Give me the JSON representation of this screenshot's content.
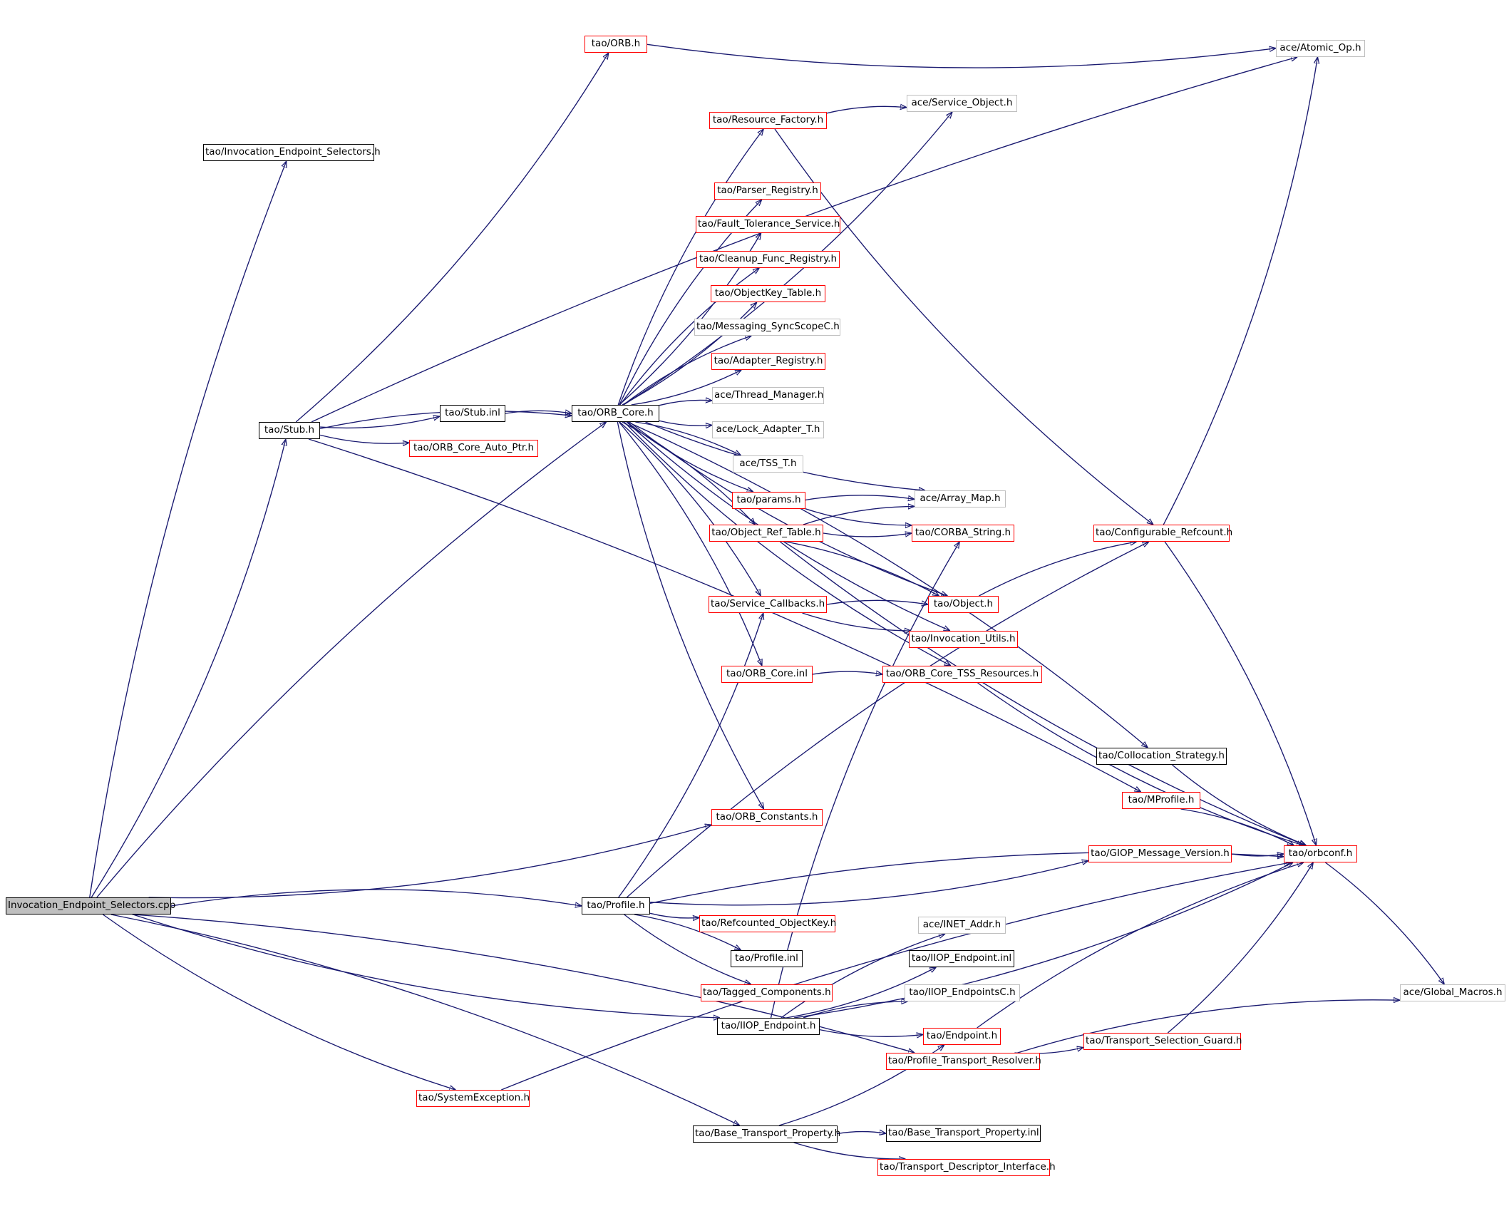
{
  "diagram": {
    "title": "",
    "colors": {
      "edge": "#191970",
      "border_linked": "#ff0000",
      "border_documented": "#000000",
      "border_external": "#bfbfbf",
      "root_fill": "#bfbfbf"
    },
    "nodes": [
      {
        "id": "root",
        "label": "Invocation_Endpoint_Selectors.cpp",
        "style": "root"
      },
      {
        "id": "ies_h",
        "label": "tao/Invocation_Endpoint_Selectors.h",
        "style": "black"
      },
      {
        "id": "orb_h",
        "label": "tao/ORB.h",
        "style": "red"
      },
      {
        "id": "atomic",
        "label": "ace/Atomic_Op.h",
        "style": "gray"
      },
      {
        "id": "svcobj",
        "label": "ace/Service_Object.h",
        "style": "gray"
      },
      {
        "id": "resfac",
        "label": "tao/Resource_Factory.h",
        "style": "red"
      },
      {
        "id": "parser",
        "label": "tao/Parser_Registry.h",
        "style": "red"
      },
      {
        "id": "fault",
        "label": "tao/Fault_Tolerance_Service.h",
        "style": "red"
      },
      {
        "id": "cleanup",
        "label": "tao/Cleanup_Func_Registry.h",
        "style": "red"
      },
      {
        "id": "objkey",
        "label": "tao/ObjectKey_Table.h",
        "style": "red"
      },
      {
        "id": "msgsync",
        "label": "tao/Messaging_SyncScopeC.h",
        "style": "gray"
      },
      {
        "id": "adapter",
        "label": "tao/Adapter_Registry.h",
        "style": "red"
      },
      {
        "id": "stubinl",
        "label": "tao/Stub.inl",
        "style": "black"
      },
      {
        "id": "orbcore",
        "label": "tao/ORB_Core.h",
        "style": "black"
      },
      {
        "id": "thrmgr",
        "label": "ace/Thread_Manager.h",
        "style": "gray"
      },
      {
        "id": "stub",
        "label": "tao/Stub.h",
        "style": "black"
      },
      {
        "id": "lockad",
        "label": "ace/Lock_Adapter_T.h",
        "style": "gray"
      },
      {
        "id": "autoptr",
        "label": "tao/ORB_Core_Auto_Ptr.h",
        "style": "red"
      },
      {
        "id": "tss",
        "label": "ace/TSS_T.h",
        "style": "gray"
      },
      {
        "id": "params",
        "label": "tao/params.h",
        "style": "red"
      },
      {
        "id": "arrmap",
        "label": "ace/Array_Map.h",
        "style": "gray"
      },
      {
        "id": "objref",
        "label": "tao/Object_Ref_Table.h",
        "style": "red"
      },
      {
        "id": "corbastr",
        "label": "tao/CORBA_String.h",
        "style": "red"
      },
      {
        "id": "confref",
        "label": "tao/Configurable_Refcount.h",
        "style": "red"
      },
      {
        "id": "svccb",
        "label": "tao/Service_Callbacks.h",
        "style": "red"
      },
      {
        "id": "object",
        "label": "tao/Object.h",
        "style": "red"
      },
      {
        "id": "invutils",
        "label": "tao/Invocation_Utils.h",
        "style": "red"
      },
      {
        "id": "orbcoreinl",
        "label": "tao/ORB_Core.inl",
        "style": "red"
      },
      {
        "id": "tssres",
        "label": "tao/ORB_Core_TSS_Resources.h",
        "style": "red"
      },
      {
        "id": "colloc",
        "label": "tao/Collocation_Strategy.h",
        "style": "black"
      },
      {
        "id": "mprofile",
        "label": "tao/MProfile.h",
        "style": "red"
      },
      {
        "id": "orbconst",
        "label": "tao/ORB_Constants.h",
        "style": "red"
      },
      {
        "id": "giop",
        "label": "tao/GIOP_Message_Version.h",
        "style": "red"
      },
      {
        "id": "orbconf",
        "label": "tao/orbconf.h",
        "style": "red"
      },
      {
        "id": "profile",
        "label": "tao/Profile.h",
        "style": "black"
      },
      {
        "id": "refcnt",
        "label": "tao/Refcounted_ObjectKey.h",
        "style": "red"
      },
      {
        "id": "inet",
        "label": "ace/INET_Addr.h",
        "style": "gray"
      },
      {
        "id": "profinl",
        "label": "tao/Profile.inl",
        "style": "black"
      },
      {
        "id": "iiopinl",
        "label": "tao/IIOP_Endpoint.inl",
        "style": "black"
      },
      {
        "id": "tagged",
        "label": "tao/Tagged_Components.h",
        "style": "red"
      },
      {
        "id": "iiopc",
        "label": "tao/IIOP_EndpointsC.h",
        "style": "gray"
      },
      {
        "id": "globmac",
        "label": "ace/Global_Macros.h",
        "style": "gray"
      },
      {
        "id": "iiop",
        "label": "tao/IIOP_Endpoint.h",
        "style": "black"
      },
      {
        "id": "endpoint",
        "label": "tao/Endpoint.h",
        "style": "red"
      },
      {
        "id": "tsg",
        "label": "tao/Transport_Selection_Guard.h",
        "style": "red"
      },
      {
        "id": "ptr",
        "label": "tao/Profile_Transport_Resolver.h",
        "style": "red"
      },
      {
        "id": "sysexc",
        "label": "tao/SystemException.h",
        "style": "red"
      },
      {
        "id": "btp",
        "label": "tao/Base_Transport_Property.h",
        "style": "black"
      },
      {
        "id": "btpinl",
        "label": "tao/Base_Transport_Property.inl",
        "style": "black"
      },
      {
        "id": "tdi",
        "label": "tao/Transport_Descriptor_Interface.h",
        "style": "red"
      }
    ],
    "edges": [
      [
        "root",
        "ies_h"
      ],
      [
        "root",
        "stub"
      ],
      [
        "root",
        "orbcore"
      ],
      [
        "root",
        "orbconst"
      ],
      [
        "root",
        "profile"
      ],
      [
        "root",
        "iiop"
      ],
      [
        "root",
        "ptr"
      ],
      [
        "root",
        "sysexc"
      ],
      [
        "root",
        "btp"
      ],
      [
        "stub",
        "orb_h"
      ],
      [
        "stub",
        "atomic"
      ],
      [
        "stub",
        "stubinl"
      ],
      [
        "stub",
        "orbcore"
      ],
      [
        "stub",
        "autoptr"
      ],
      [
        "stub",
        "mprofile"
      ],
      [
        "orb_h",
        "atomic"
      ],
      [
        "stubinl",
        "orbcore"
      ],
      [
        "orbcore",
        "svcobj"
      ],
      [
        "orbcore",
        "resfac"
      ],
      [
        "orbcore",
        "arrmap"
      ],
      [
        "orbcore",
        "parser"
      ],
      [
        "orbcore",
        "fault"
      ],
      [
        "orbcore",
        "cleanup"
      ],
      [
        "orbcore",
        "objkey"
      ],
      [
        "orbcore",
        "msgsync"
      ],
      [
        "orbcore",
        "adapter"
      ],
      [
        "orbcore",
        "thrmgr"
      ],
      [
        "orbcore",
        "lockad"
      ],
      [
        "orbcore",
        "tss"
      ],
      [
        "orbcore",
        "params"
      ],
      [
        "orbcore",
        "objref"
      ],
      [
        "orbcore",
        "object"
      ],
      [
        "orbcore",
        "svccb"
      ],
      [
        "orbcore",
        "invutils"
      ],
      [
        "orbcore",
        "orbcoreinl"
      ],
      [
        "orbcore",
        "tssres"
      ],
      [
        "orbcore",
        "colloc"
      ],
      [
        "orbcore",
        "orbconst"
      ],
      [
        "resfac",
        "svcobj"
      ],
      [
        "resfac",
        "confref"
      ],
      [
        "params",
        "arrmap"
      ],
      [
        "params",
        "corbastr"
      ],
      [
        "objref",
        "arrmap"
      ],
      [
        "objref",
        "corbastr"
      ],
      [
        "objref",
        "object"
      ],
      [
        "objref",
        "orbconf"
      ],
      [
        "svccb",
        "object"
      ],
      [
        "svccb",
        "invutils"
      ],
      [
        "orbcoreinl",
        "tssres"
      ],
      [
        "tssres",
        "orbconf"
      ],
      [
        "object",
        "confref"
      ],
      [
        "confref",
        "atomic"
      ],
      [
        "confref",
        "orbconf"
      ],
      [
        "colloc",
        "orbconf"
      ],
      [
        "mprofile",
        "orbconf"
      ],
      [
        "giop",
        "orbconf"
      ],
      [
        "orbconf",
        "globmac"
      ],
      [
        "profile",
        "svccb"
      ],
      [
        "profile",
        "confref"
      ],
      [
        "profile",
        "giop"
      ],
      [
        "profile",
        "orbconf"
      ],
      [
        "profile",
        "refcnt"
      ],
      [
        "profile",
        "profinl"
      ],
      [
        "profile",
        "tagged"
      ],
      [
        "iiop",
        "corbastr"
      ],
      [
        "iiop",
        "orbconf"
      ],
      [
        "iiop",
        "inet"
      ],
      [
        "iiop",
        "iiopinl"
      ],
      [
        "iiop",
        "iiopc"
      ],
      [
        "iiop",
        "endpoint"
      ],
      [
        "endpoint",
        "orbconf"
      ],
      [
        "ptr",
        "tsg"
      ],
      [
        "ptr",
        "globmac"
      ],
      [
        "tsg",
        "orbconf"
      ],
      [
        "sysexc",
        "orbconf"
      ],
      [
        "btp",
        "endpoint"
      ],
      [
        "btp",
        "btpinl"
      ],
      [
        "btp",
        "tdi"
      ]
    ]
  }
}
